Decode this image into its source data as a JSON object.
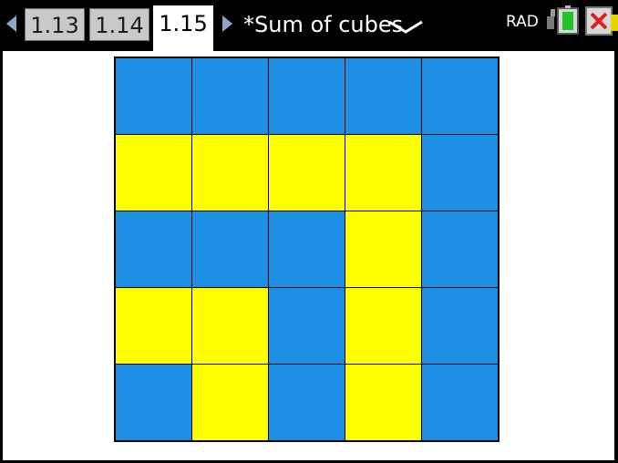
{
  "header": {
    "tabs": [
      {
        "label": "1.13",
        "active": false
      },
      {
        "label": "1.14",
        "active": false
      },
      {
        "label": "1.15",
        "active": true
      }
    ],
    "document_title": "*Sum of cubes",
    "angle_mode": "RAD",
    "icons": {
      "prev": "chevron-left-icon",
      "next": "chevron-right-icon",
      "menu": "chevron-down-icon",
      "battery": "battery-icon",
      "close": "close-icon"
    }
  },
  "colors": {
    "blue": "#1c8fe4",
    "yellow": "#ffff00",
    "grid_line": "#000000",
    "background": "#ffffff"
  },
  "grid": {
    "rows": 5,
    "cols": 5,
    "cells": [
      [
        "blue",
        "blue",
        "blue",
        "blue",
        "blue"
      ],
      [
        "yellow",
        "yellow",
        "yellow",
        "yellow",
        "blue"
      ],
      [
        "blue",
        "blue",
        "blue",
        "yellow",
        "blue"
      ],
      [
        "yellow",
        "yellow",
        "blue",
        "yellow",
        "blue"
      ],
      [
        "blue",
        "yellow",
        "blue",
        "yellow",
        "blue"
      ]
    ]
  }
}
